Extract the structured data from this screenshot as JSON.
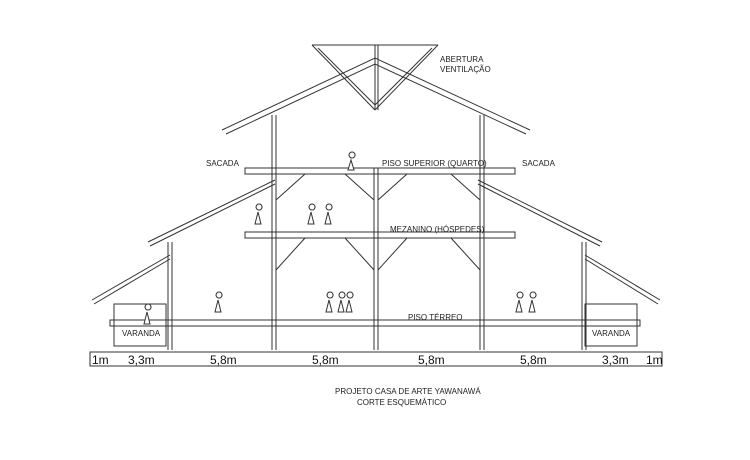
{
  "labels": {
    "ventilation_line1": "ABERTURA",
    "ventilation_line2": "VENTILAÇÃO",
    "balcony_left": "SACADA",
    "balcony_right": "SACADA",
    "upper_floor": "PISO SUPERIOR (QUARTO)",
    "mezzanine": "MEZANINO (HÓSPEDES)",
    "ground_floor": "PISO TÉRREO",
    "veranda_left": "VARANDA",
    "veranda_right": "VARANDA"
  },
  "dimensions": [
    "1m",
    "3,3m",
    "5,8m",
    "5,8m",
    "5,8m",
    "5,8m",
    "3,3m",
    "1m"
  ],
  "caption": {
    "line1": "PROJETO CASA DE ARTE YAWANAWÁ",
    "line2": "CORTE ESQUEMÁTICO"
  }
}
